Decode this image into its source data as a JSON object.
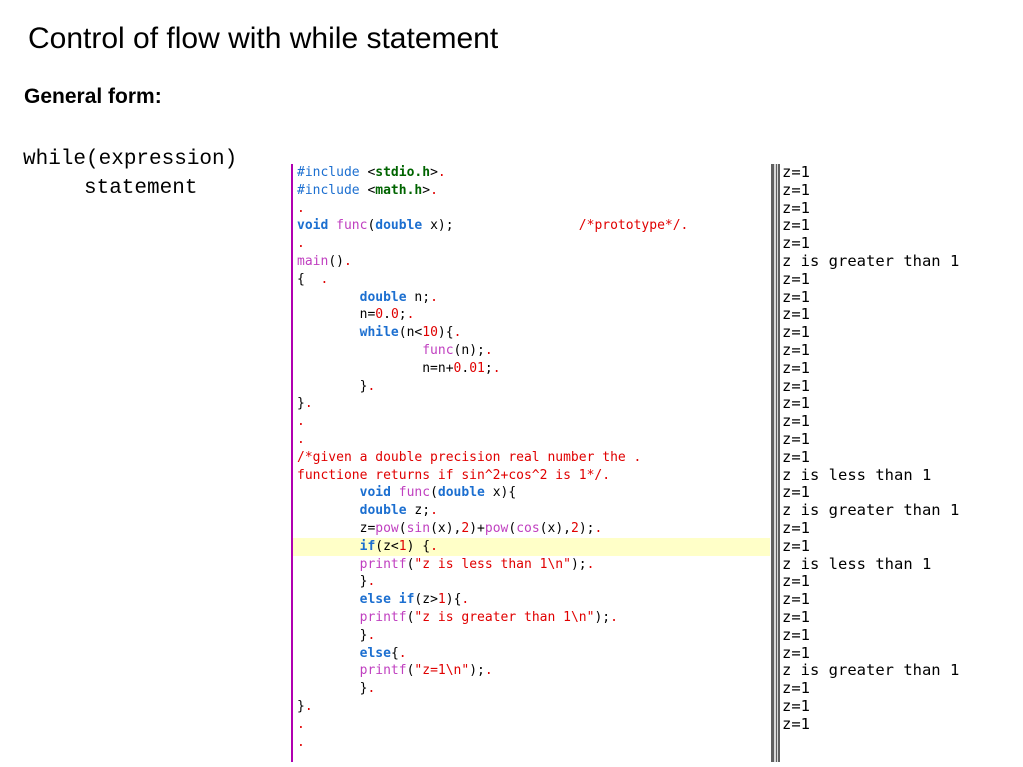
{
  "slide": {
    "title": "Control of flow with while statement",
    "subtitle": "General form:",
    "form_lines": [
      "while(expression)",
      "statement"
    ]
  },
  "colors": {
    "keyword": "#1c6fd0",
    "include_target": "#006400",
    "function": "#c040c0",
    "literal": "#e00000",
    "comment": "#e00000",
    "highlight_line": "#ffffc8",
    "margin_line": "#b000b0"
  },
  "editor": {
    "highlighted_line": 21,
    "lines": [
      [
        [
          "pp",
          "#include "
        ],
        [
          "plain",
          "<"
        ],
        [
          "inc",
          "stdio.h"
        ],
        [
          "plain",
          ">"
        ],
        [
          "eol",
          "."
        ]
      ],
      [
        [
          "pp",
          "#include "
        ],
        [
          "plain",
          "<"
        ],
        [
          "inc",
          "math.h"
        ],
        [
          "plain",
          ">"
        ],
        [
          "eol",
          "."
        ]
      ],
      [
        [
          "eol",
          "."
        ]
      ],
      [
        [
          "kw",
          "void "
        ],
        [
          "fn",
          "func"
        ],
        [
          "plain",
          "("
        ],
        [
          "kw",
          "double"
        ],
        [
          "plain",
          " x);                "
        ],
        [
          "cm",
          "/*prototype*/"
        ],
        [
          "eol",
          "."
        ]
      ],
      [
        [
          "eol",
          "."
        ]
      ],
      [
        [
          "fn",
          "main"
        ],
        [
          "plain",
          "()"
        ],
        [
          "eol",
          "."
        ]
      ],
      [
        [
          "plain",
          "{  "
        ],
        [
          "eol",
          "."
        ]
      ],
      [
        [
          "plain",
          "        "
        ],
        [
          "kw",
          "double"
        ],
        [
          "plain",
          " n;"
        ],
        [
          "eol",
          "."
        ]
      ],
      [
        [
          "plain",
          "        n="
        ],
        [
          "num",
          "0"
        ],
        [
          "plain",
          "."
        ],
        [
          "num",
          "0"
        ],
        [
          "plain",
          ";"
        ],
        [
          "eol",
          "."
        ]
      ],
      [
        [
          "plain",
          "        "
        ],
        [
          "kw",
          "while"
        ],
        [
          "plain",
          "(n<"
        ],
        [
          "num",
          "10"
        ],
        [
          "plain",
          ")"
        ],
        [
          "plain",
          "{"
        ],
        [
          "eol",
          "."
        ]
      ],
      [
        [
          "plain",
          "                "
        ],
        [
          "fn",
          "func"
        ],
        [
          "plain",
          "(n);"
        ],
        [
          "eol",
          "."
        ]
      ],
      [
        [
          "plain",
          "                n=n+"
        ],
        [
          "num",
          "0"
        ],
        [
          "plain",
          "."
        ],
        [
          "num",
          "01"
        ],
        [
          "plain",
          ";"
        ],
        [
          "eol",
          "."
        ]
      ],
      [
        [
          "plain",
          "        }"
        ],
        [
          "eol",
          "."
        ]
      ],
      [
        [
          "plain",
          "}"
        ],
        [
          "eol",
          "."
        ]
      ],
      [
        [
          "eol",
          "."
        ]
      ],
      [
        [
          "eol",
          "."
        ]
      ],
      [
        [
          "cm",
          "/*given a double precision real number the "
        ],
        [
          "eol",
          "."
        ]
      ],
      [
        [
          "cm",
          "functione returns if sin^2+cos^2 is 1*/"
        ],
        [
          "eol",
          "."
        ]
      ],
      [
        [
          "plain",
          "        "
        ],
        [
          "kw",
          "void "
        ],
        [
          "fn",
          "func"
        ],
        [
          "plain",
          "("
        ],
        [
          "kw",
          "double"
        ],
        [
          "plain",
          " x)"
        ],
        [
          "plain",
          "{"
        ]
      ],
      [
        [
          "plain",
          "        "
        ],
        [
          "kw",
          "double"
        ],
        [
          "plain",
          " z;"
        ],
        [
          "eol",
          "."
        ]
      ],
      [
        [
          "plain",
          "        z="
        ],
        [
          "fn",
          "pow"
        ],
        [
          "plain",
          "("
        ],
        [
          "fn",
          "sin"
        ],
        [
          "plain",
          "(x),"
        ],
        [
          "num",
          "2"
        ],
        [
          "plain",
          ")+"
        ],
        [
          "fn",
          "pow"
        ],
        [
          "plain",
          "("
        ],
        [
          "fn",
          "cos"
        ],
        [
          "plain",
          "(x),"
        ],
        [
          "num",
          "2"
        ],
        [
          "plain",
          ");"
        ],
        [
          "eol",
          "."
        ]
      ],
      [
        [
          "plain",
          "        "
        ],
        [
          "kw",
          "if"
        ],
        [
          "plain",
          "(z<"
        ],
        [
          "num",
          "1"
        ],
        [
          "plain",
          ") {"
        ],
        [
          "eol",
          "."
        ]
      ],
      [
        [
          "plain",
          "        "
        ],
        [
          "fn",
          "printf"
        ],
        [
          "plain",
          "("
        ],
        [
          "str",
          "\"z is less than 1\\n\""
        ],
        [
          "plain",
          ");"
        ],
        [
          "eol",
          "."
        ]
      ],
      [
        [
          "plain",
          "        }"
        ],
        [
          "eol",
          "."
        ]
      ],
      [
        [
          "plain",
          "        "
        ],
        [
          "kw",
          "else if"
        ],
        [
          "plain",
          "(z>"
        ],
        [
          "num",
          "1"
        ],
        [
          "plain",
          ")"
        ],
        [
          "plain",
          "{"
        ],
        [
          "eol",
          "."
        ]
      ],
      [
        [
          "plain",
          "        "
        ],
        [
          "fn",
          "printf"
        ],
        [
          "plain",
          "("
        ],
        [
          "str",
          "\"z is greater than 1\\n\""
        ],
        [
          "plain",
          ");"
        ],
        [
          "eol",
          "."
        ]
      ],
      [
        [
          "plain",
          "        }"
        ],
        [
          "eol",
          "."
        ]
      ],
      [
        [
          "plain",
          "        "
        ],
        [
          "kw",
          "else"
        ],
        [
          "plain",
          "{"
        ],
        [
          "eol",
          "."
        ]
      ],
      [
        [
          "plain",
          "        "
        ],
        [
          "fn",
          "printf"
        ],
        [
          "plain",
          "("
        ],
        [
          "str",
          "\"z=1\\n\""
        ],
        [
          "plain",
          ");"
        ],
        [
          "eol",
          "."
        ]
      ],
      [
        [
          "plain",
          "        }"
        ],
        [
          "eol",
          "."
        ]
      ],
      [
        [
          "plain",
          "}"
        ],
        [
          "eol",
          "."
        ]
      ],
      [
        [
          "eol",
          "."
        ]
      ],
      [
        [
          "eol",
          "."
        ]
      ]
    ]
  },
  "console": {
    "lines": [
      "z=1",
      "z=1",
      "z=1",
      "z=1",
      "z=1",
      "z is greater than 1",
      "z=1",
      "z=1",
      "z=1",
      "z=1",
      "z=1",
      "z=1",
      "z=1",
      "z=1",
      "z=1",
      "z=1",
      "z=1",
      "z is less than 1",
      "z=1",
      "z is greater than 1",
      "z=1",
      "z=1",
      "z is less than 1",
      "z=1",
      "z=1",
      "z=1",
      "z=1",
      "z=1",
      "z is greater than 1",
      "z=1",
      "z=1",
      "z=1"
    ]
  }
}
